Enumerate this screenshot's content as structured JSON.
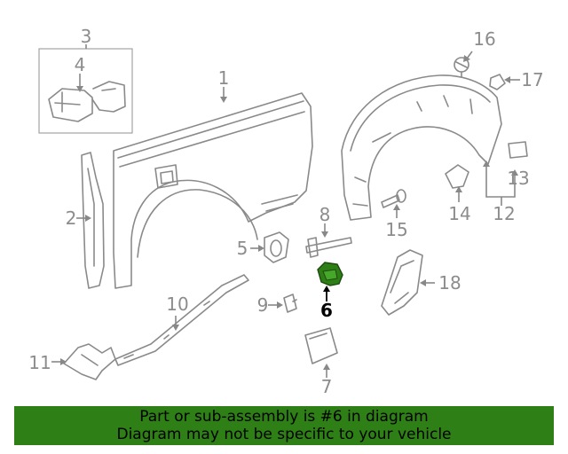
{
  "diagram": {
    "callouts": {
      "c1": "1",
      "c2": "2",
      "c3": "3",
      "c4": "4",
      "c5": "5",
      "c6": "6",
      "c7": "7",
      "c8": "8",
      "c9": "9",
      "c10": "10",
      "c11": "11",
      "c12": "12",
      "c13": "13",
      "c14": "14",
      "c15": "15",
      "c16": "16",
      "c17": "17",
      "c18": "18"
    },
    "highlight_color": "#2f7f17"
  },
  "banner": {
    "line1": "Part or sub-assembly is #6 in diagram",
    "line2": "Diagram may not be specific to your vehicle",
    "background": "#2f7f17"
  }
}
